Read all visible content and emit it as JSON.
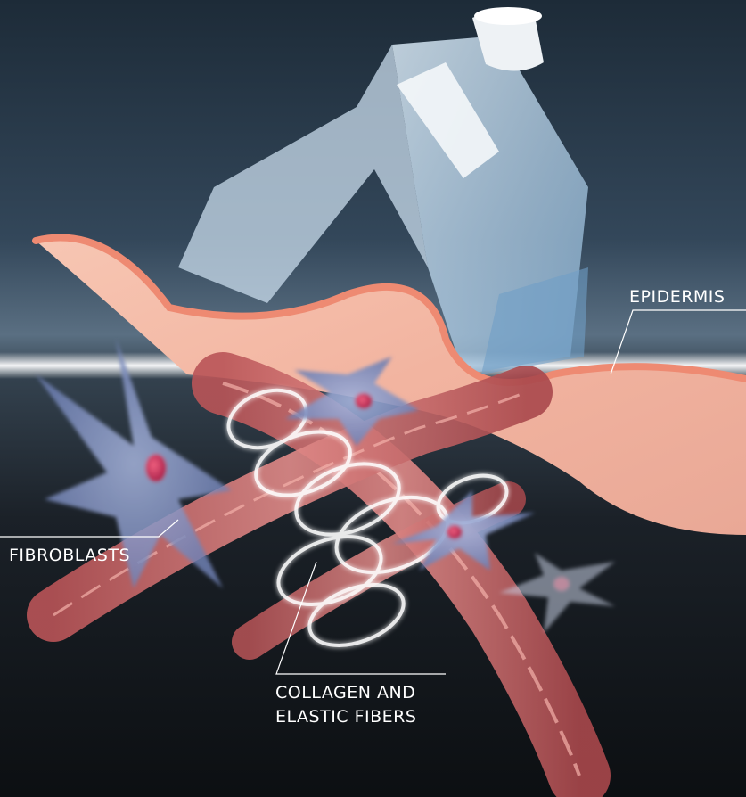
{
  "labels": {
    "epidermis": "EPIDERMIS",
    "fibroblasts": "FIBROBLASTS",
    "collagen_line1": "COLLAGEN AND",
    "collagen_line2": "ELASTIC FIBERS"
  },
  "colors": {
    "background_top": "#33475a",
    "background_bottom": "#0c0f12",
    "skin": "#f4b9a6",
    "skin_edge": "#ee8a72",
    "fiber": "#cf6d6f",
    "cell": "#8f9fcc",
    "nucleus": "#d43a66",
    "device": "#b9d4ea",
    "label_text": "#ffffff"
  }
}
